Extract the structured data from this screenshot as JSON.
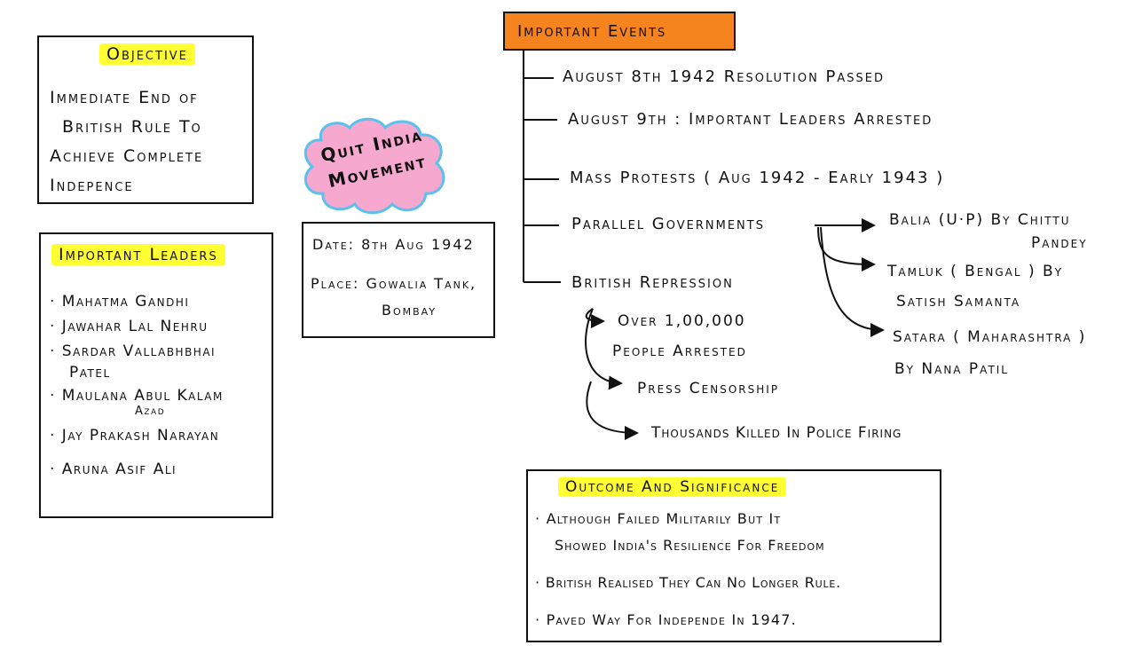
{
  "objective": {
    "heading": "Objective",
    "lines": [
      "Immediate End of",
      "British Rule To",
      "Achieve    Complete",
      "Indepence"
    ]
  },
  "leaders": {
    "heading": "Important Leaders",
    "items": [
      "· Mahatma Gandhi",
      "· Jawahar Lal Nehru",
      "· Sardar Vallabhbhai",
      "Patel",
      "· Maulana Abul Kalam",
      "Azad",
      "· Jay Prakash Narayan",
      "· Aruna Asif Ali"
    ]
  },
  "title": {
    "line1": "Quit India",
    "line2": "Movement"
  },
  "date_place": {
    "date": "Date: 8th Aug 1942",
    "place1": "Place: Gowalia Tank,",
    "place2": "Bombay"
  },
  "events": {
    "heading": "Important Events",
    "items": [
      "August 8th 1942 Resolution Passed",
      "August 9th :  Important Leaders Arrested",
      "Mass Protests ( Aug 1942 - Early 1943 )",
      "Parallel Governments",
      "British Repression"
    ]
  },
  "parallel": {
    "balia1": "Balia (U·P) By Chittu",
    "balia2": "Pandey",
    "tamluk1": "Tamluk ( Bengal ) By",
    "tamluk2": "Satish Samanta",
    "satara1": "Satara ( Maharashtra )",
    "satara2": "By Nana Patil"
  },
  "repression": {
    "arrest1": "Over 1,00,000",
    "arrest2": "People Arrested",
    "censorship": "Press Censorship",
    "killed": "Thousands Killed In Police Firing"
  },
  "outcome": {
    "heading": "Outcome And Significance",
    "l1": "· Although Failed Militarily But It",
    "l2": "Showed India's Resilience For Freedom",
    "l3": "· British Realised They Can No Longer Rule.",
    "l4": "· Paved Way For Independe In 1947."
  },
  "colors": {
    "highlight": "#ffff33",
    "events_header": "#f5841f",
    "cloud_fill": "#f7a8cf",
    "cloud_stroke": "#5bc0eb"
  }
}
